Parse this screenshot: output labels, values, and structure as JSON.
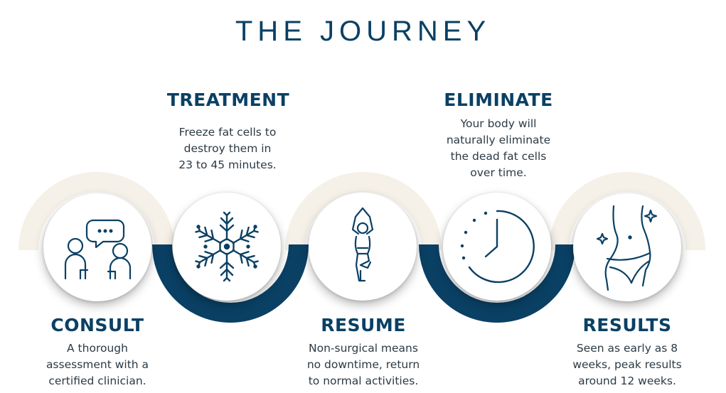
{
  "title": "THE JOURNEY",
  "colors": {
    "primary": "#0a4064",
    "arc_light": "#f5f0e8",
    "text_body": "#2b3a45"
  },
  "steps": [
    {
      "heading": "CONSULT",
      "text": "A thorough\nassessment with a\ncertified clinician.",
      "icon": "consultation-people-icon"
    },
    {
      "heading": "TREATMENT",
      "text": "Freeze fat cells to\ndestroy them in\n23 to 45 minutes.",
      "icon": "snowflake-icon"
    },
    {
      "heading": "RESUME",
      "text": "Non-surgical means\nno downtime, return\nto normal activities.",
      "icon": "yoga-pose-icon"
    },
    {
      "heading": "ELIMINATE",
      "text": "Your body will\nnaturally eliminate\nthe dead fat cells\nover time.",
      "icon": "clock-icon"
    },
    {
      "heading": "RESULTS",
      "text": "Seen as early as 8\nweeks, peak results\naround 12 weeks.",
      "icon": "slim-waist-icon"
    }
  ]
}
